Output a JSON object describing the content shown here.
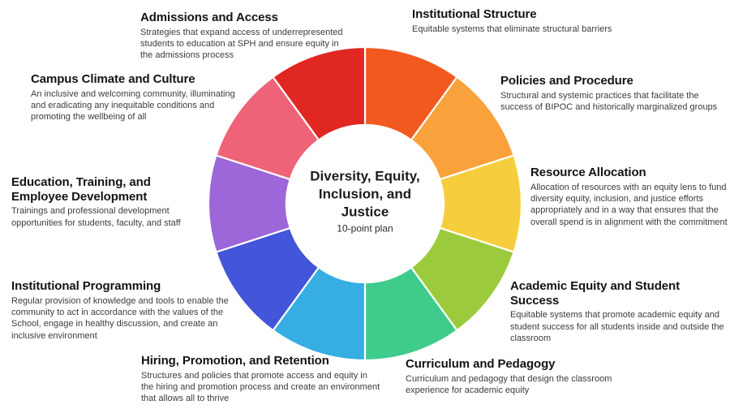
{
  "chart_data": {
    "type": "pie",
    "subtype": "donut",
    "title": "Diversity, Equity, Inclusion, and Justice",
    "subtitle": "10-point plan",
    "start_position": "12-oclock",
    "direction": "clockwise",
    "inner_radius_ratio": 0.5,
    "gap_color": "#ffffff",
    "legend": "none",
    "segments": [
      {
        "id": "institutional-structure",
        "label": "Institutional Structure",
        "description": "Equitable systems that eliminate structural barriers",
        "color": "#F1591F",
        "value": 10
      },
      {
        "id": "policies-and-procedure",
        "label": "Policies and Procedure",
        "description": "Structural and systemic practices that facilitate the success of BIPOC and historically marginalized groups",
        "color": "#F9A13B",
        "value": 10
      },
      {
        "id": "resource-allocation",
        "label": "Resource Allocation",
        "description": "Allocation of resources with an equity lens to fund diversity equity, inclusion, and justice efforts appropriately and in a way that ensures that the overall spend is in alignment with the commitment",
        "color": "#F6CE3D",
        "value": 10
      },
      {
        "id": "academic-equity-and-student-success",
        "label": "Academic Equity and Student Success",
        "description": "Equitable systems that promote academic equity and student success for all students inside and outside the classroom",
        "color": "#9BCB3C",
        "value": 10
      },
      {
        "id": "curriculum-and-pedagogy",
        "label": "Curriculum and Pedagogy",
        "description": "Curriculum and pedagogy that design the classroom experience for academic equity",
        "color": "#3ECB8C",
        "value": 10
      },
      {
        "id": "hiring-promotion-and-retention",
        "label": "Hiring, Promotion, and Retention",
        "description": "Structures and policies that promote access and equity in the hiring and promotion process and create an environment that allows all to thrive",
        "color": "#36ADE3",
        "value": 10
      },
      {
        "id": "institutional-programming",
        "label": "Institutional Programming",
        "description": "Regular provision of knowledge and tools to enable the community to act in accordance with the values of the School, engage in healthy discussion, and create an inclusive environment",
        "color": "#4355D8",
        "value": 10
      },
      {
        "id": "education-training-and-employee-development",
        "label": "Education, Training, and Employee Development",
        "description": "Trainings and professional development opportunities for students, faculty, and staff",
        "color": "#9D66D9",
        "value": 10
      },
      {
        "id": "campus-climate-and-culture",
        "label": "Campus Climate and Culture",
        "description": "An inclusive and welcoming community, illuminating and eradicating any inequitable conditions and promoting the wellbeing of all",
        "color": "#EF6378",
        "value": 10
      },
      {
        "id": "admissions-and-access",
        "label": "Admissions and Access",
        "description": "Strategies that expand access of underrepresented students to education at SPH and ensure equity in the admissions process",
        "color": "#E02722",
        "value": 10
      }
    ]
  }
}
